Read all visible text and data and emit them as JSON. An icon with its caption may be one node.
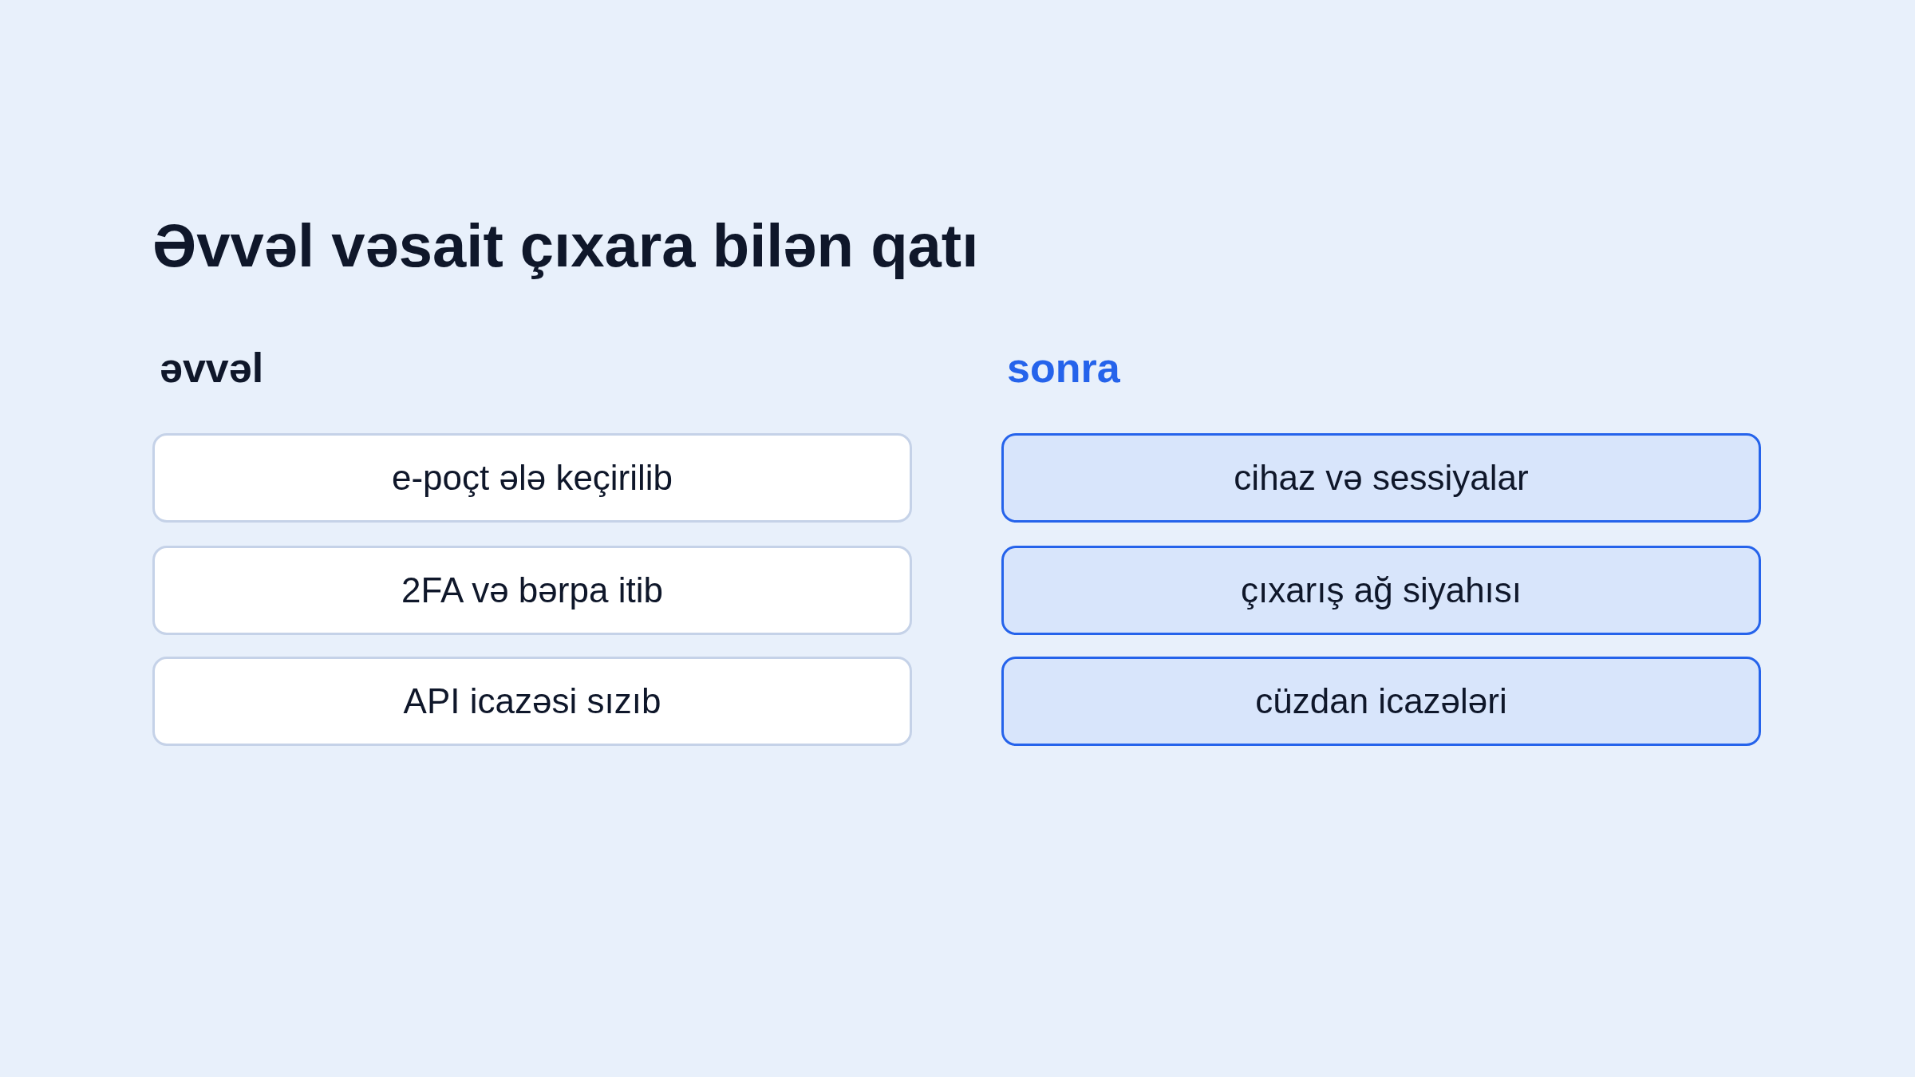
{
  "diagram": {
    "title": "Əvvəl vəsait çıxara bilən qatı",
    "nodes": [
      {
        "text": [
          "e-poçt ələ keçirilib"
        ]
      },
      {
        "text": [
          "2FA və bərpa itib"
        ]
      },
      {
        "text": [
          "API icazəsi sızıb"
        ]
      },
      {
        "text": [
          "cihaz və sessiyalar"
        ]
      },
      {
        "text": [
          "çıxarış ağ siyahısı"
        ]
      },
      {
        "text": [
          "cüzdan icazələri"
        ]
      }
    ],
    "labels": [
      "əvvəl",
      "sonra"
    ]
  }
}
